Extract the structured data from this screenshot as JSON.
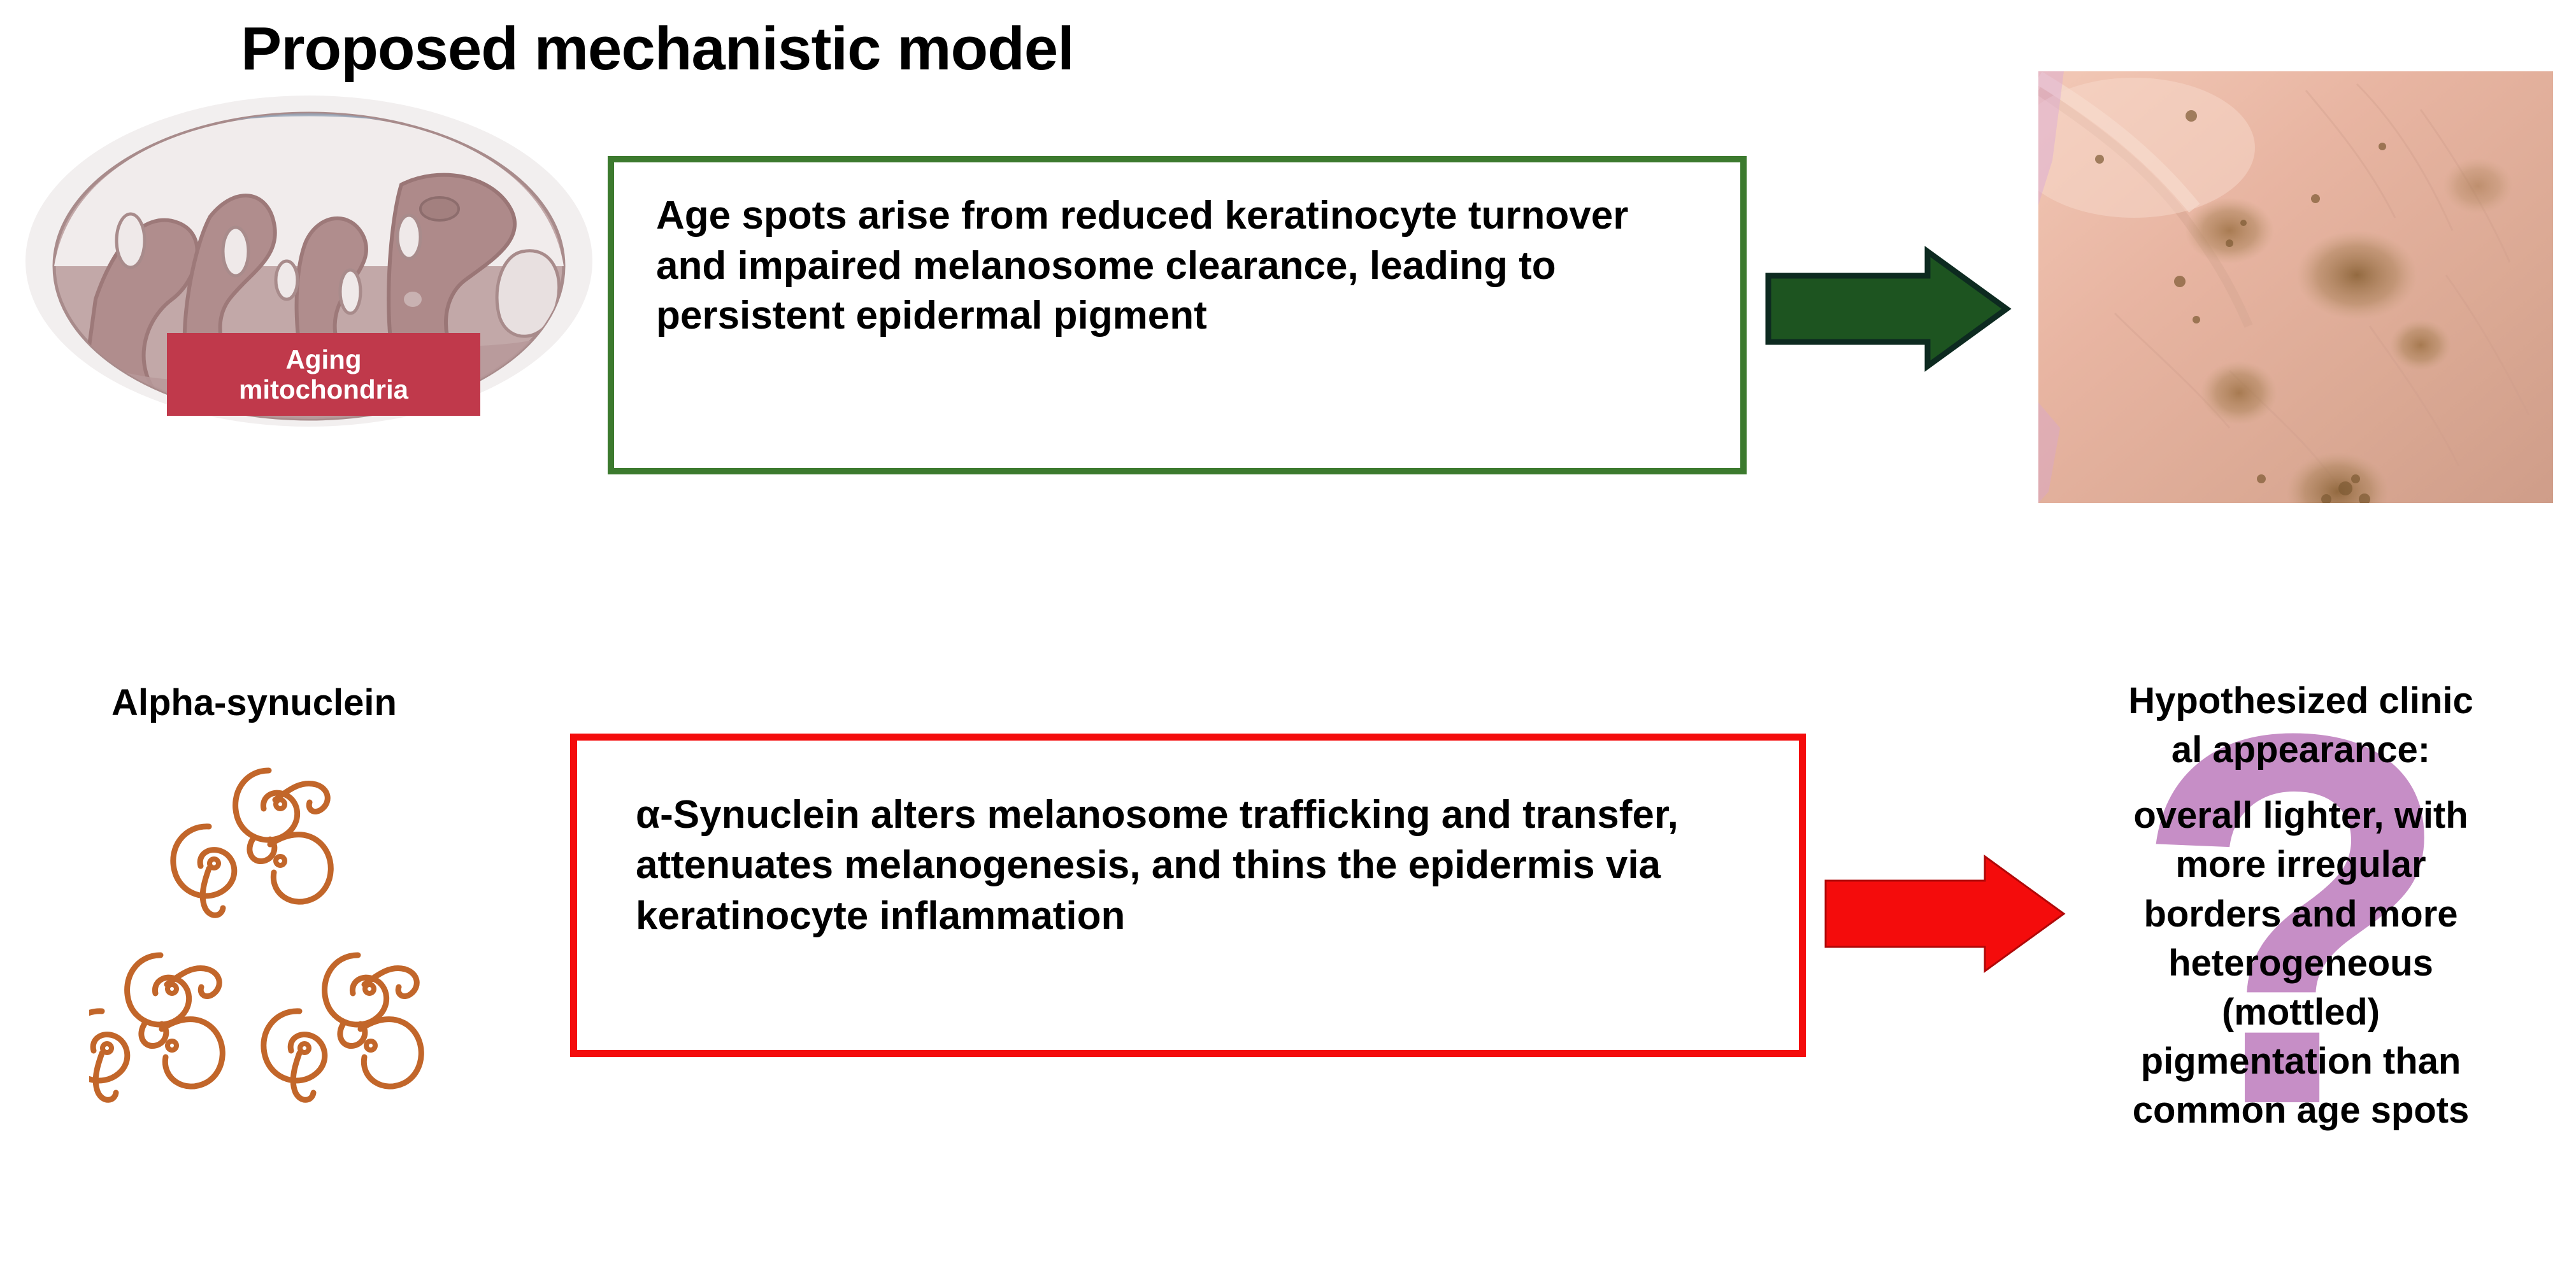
{
  "title": "Proposed mechanistic model",
  "colors": {
    "green_border": "#3c7a2e",
    "green_arrow": "#1d5420",
    "red_border": "#f40c0c",
    "red_arrow": "#f40c0c",
    "mito_label_bg": "#c0394b",
    "question_mark": "#c68ec6",
    "synuclein": "#c2662a"
  },
  "top_row": {
    "mitochondria": {
      "label_line1": "Aging",
      "label_line2": "mitochondria"
    },
    "statement": "Age spots arise from reduced keratinocyte turnover and impaired melanosome clearance, leading to persistent epidermal pigment",
    "arrow": "green-right-arrow",
    "photo_caption": ""
  },
  "bottom_row": {
    "synuclein_label": "Alpha-synuclein",
    "statement": "α-Synuclein alters melanosome trafficking and transfer, attenuates melanogenesis, and thins the epidermis via keratinocyte inflammation",
    "arrow": "red-right-arrow",
    "hypothesis": {
      "heading_line1": "Hypothesized  clinic",
      "heading_line2": "al appearance:",
      "body_line1": "overall lighter, with",
      "body_line2": "more irregular",
      "body_line3": "borders and more",
      "body_line4": "heterogeneous",
      "body_line5": "(mottled)",
      "body_line6": "pigmentation than",
      "body_line7": "common age spots",
      "watermark": "?"
    }
  }
}
